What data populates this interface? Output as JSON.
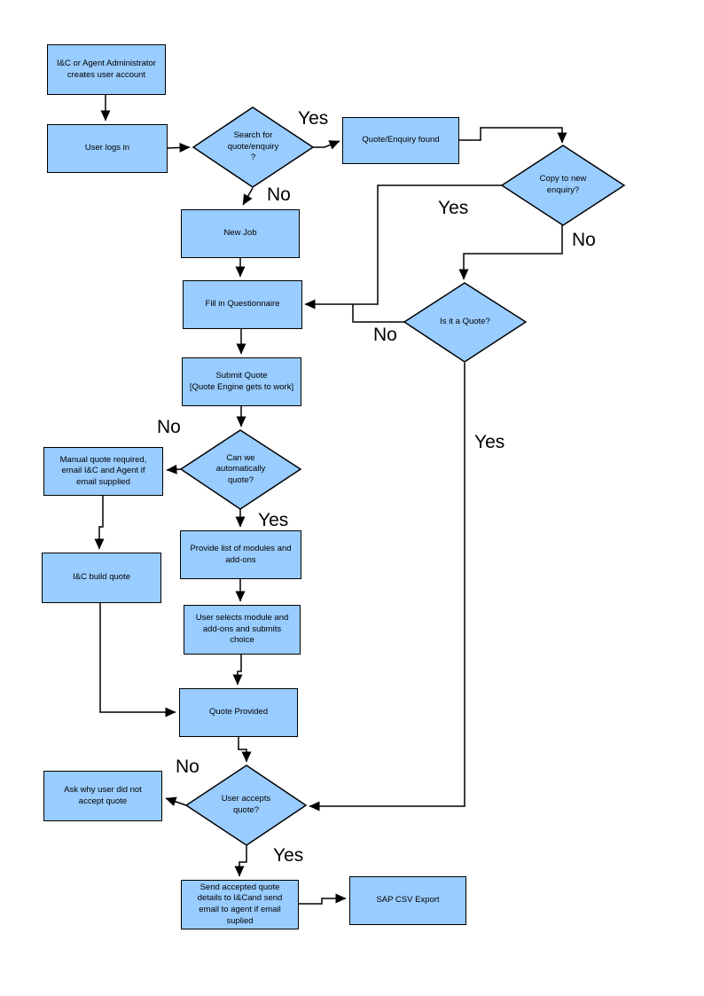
{
  "diagram": {
    "theme": {
      "node_fill": "#99CCFF",
      "node_border": "#000000",
      "line_color": "#000000",
      "text_color": "#000000",
      "page_bg": "#FFFFFF"
    },
    "nodes": {
      "create_account": "I&C or Agent Administrator\ncreates user account",
      "user_logs_in": "User logs in",
      "search_quote": "Search for\nquote/enquiry\n?",
      "quote_enquiry_found": "Quote/Enquiry found",
      "copy_to_new_enquiry": "Copy to new\nenquiry?",
      "new_job": "New Job",
      "fill_in_questionnaire": "Fill in Questionnaire",
      "is_it_a_quote": "Is it a Quote?",
      "submit_quote": "Submit Quote\n[Quote Engine gets to work]",
      "can_we_automatically_quote": "Can we\nautomatically\nquote?",
      "manual_quote_required": "Manual quote required,\nemail I&C and Agent if\nemail supplied",
      "ic_build_quote": "I&C build quote",
      "provide_list_modules": "Provide list of modules and\nadd-ons",
      "user_selects_module": "User selects module and\nadd-ons and submits\nchoice",
      "quote_provided": "Quote Provided",
      "user_accepts_quote": "User accepts\nquote?",
      "ask_why_not_accept": "Ask why user did not\naccept quote",
      "send_accepted_quote": "Send accepted quote\ndetails to I&Cand send\nemail to agent if email\nsuplied",
      "sap_csv_export": "SAP CSV Export"
    },
    "edge_labels": {
      "search_yes": "Yes",
      "search_no": "No",
      "copy_yes": "Yes",
      "copy_no": "No",
      "is_quote_no": "No",
      "is_quote_yes": "Yes",
      "can_auto_no": "No",
      "can_auto_yes": "Yes",
      "accepts_no": "No",
      "accepts_yes": "Yes"
    }
  }
}
